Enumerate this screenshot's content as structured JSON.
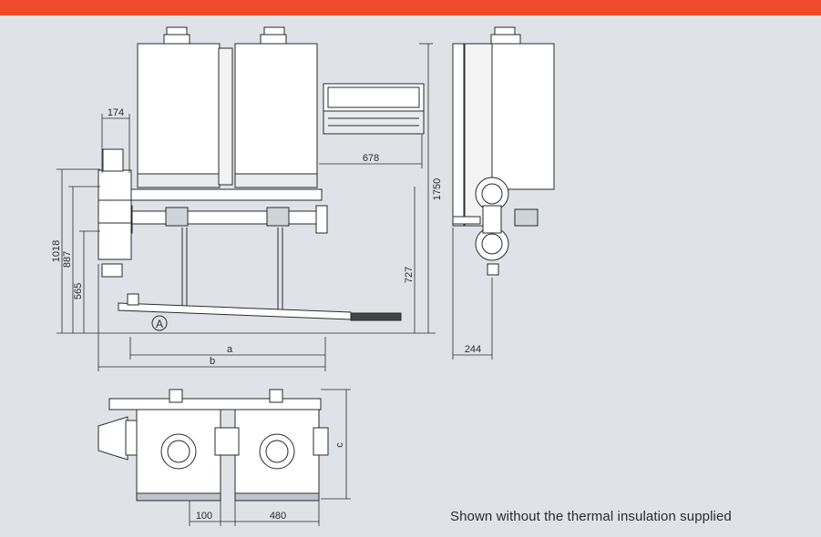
{
  "header": {
    "accent_color": "#ef4a2a"
  },
  "dimensions": {
    "top_width": "174",
    "side_width": "678",
    "total_height": "1750",
    "h_1018": "1018",
    "h_887": "887",
    "h_565": "565",
    "h_727": "727",
    "label_a": "a",
    "label_b": "b",
    "depth": "244",
    "plan_100": "100",
    "plan_480": "480",
    "plan_c": "c"
  },
  "marker": {
    "label": "A"
  },
  "caption": "Shown without the thermal insulation supplied",
  "colors": {
    "background": "#dfe3e8",
    "line": "#2a2a2a",
    "fill_white": "#ffffff",
    "fill_grey": "#bfc5cc"
  }
}
